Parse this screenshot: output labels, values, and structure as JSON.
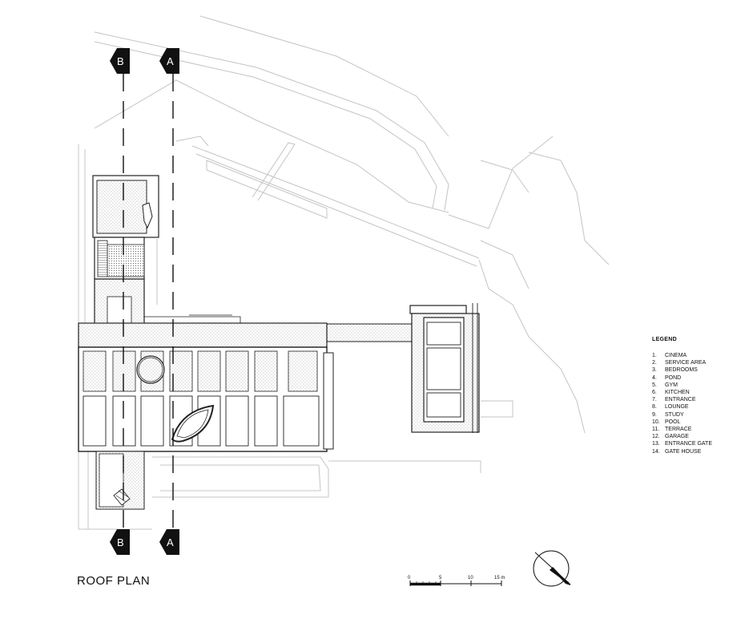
{
  "title": "ROOF PLAN",
  "legend": {
    "title": "LEGEND",
    "items": [
      {
        "num": "1.",
        "label": "CINEMA"
      },
      {
        "num": "2.",
        "label": "SERVICE AREA"
      },
      {
        "num": "3.",
        "label": "BEDROOMS"
      },
      {
        "num": "4.",
        "label": "POND"
      },
      {
        "num": "5.",
        "label": "GYM"
      },
      {
        "num": "6.",
        "label": "KITCHEN"
      },
      {
        "num": "7.",
        "label": "ENTRANCE"
      },
      {
        "num": "8.",
        "label": "LOUNGE"
      },
      {
        "num": "9.",
        "label": "STUDY"
      },
      {
        "num": "10.",
        "label": "POOL"
      },
      {
        "num": "11.",
        "label": "TERRACE"
      },
      {
        "num": "12.",
        "label": "GARAGE"
      },
      {
        "num": "13.",
        "label": "ENTRANCE GATE"
      },
      {
        "num": "14.",
        "label": "GATE HOUSE"
      }
    ]
  },
  "section_markers": {
    "b_top": "B",
    "a_top": "A",
    "b_bottom": "B",
    "a_bottom": "A"
  },
  "scale_bar": {
    "label_0": "0",
    "label_5": "5",
    "label_10": "10",
    "label_15": "15 m"
  },
  "colors": {
    "line": "#222222",
    "context_line": "#c4c4c4",
    "hatch": "#9a9a9a"
  }
}
